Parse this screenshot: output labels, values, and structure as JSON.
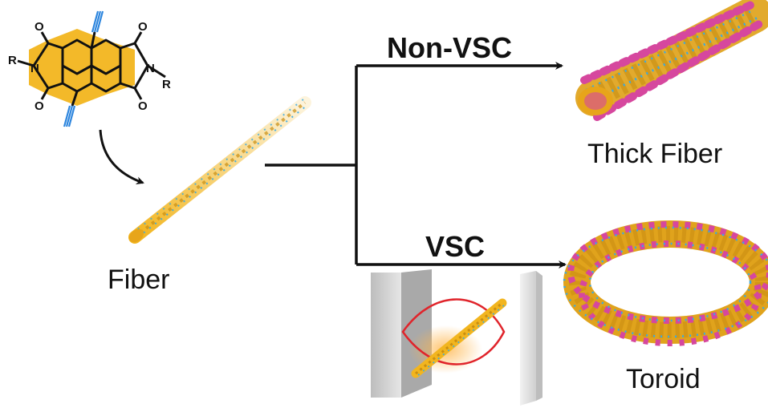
{
  "molecule": {
    "r_left": "R",
    "r_right": "R",
    "n_left": "N",
    "n_right": "N",
    "oxygen": "O"
  },
  "labels": {
    "fiber": "Fiber",
    "thick_fiber": "Thick Fiber",
    "toroid": "Toroid",
    "non_vsc": "Non-VSC",
    "vsc": "VSC"
  },
  "colors": {
    "core_yellow": "#F2B51E",
    "core_gold": "#C98E12",
    "alkyne_blue": "#2E86DE",
    "dot_cyan": "#37A9E6",
    "pink": "#D6479E",
    "cavity_red": "#E0242B",
    "mirror_grey": "#C9C9C9",
    "arrow_black": "#111111"
  }
}
